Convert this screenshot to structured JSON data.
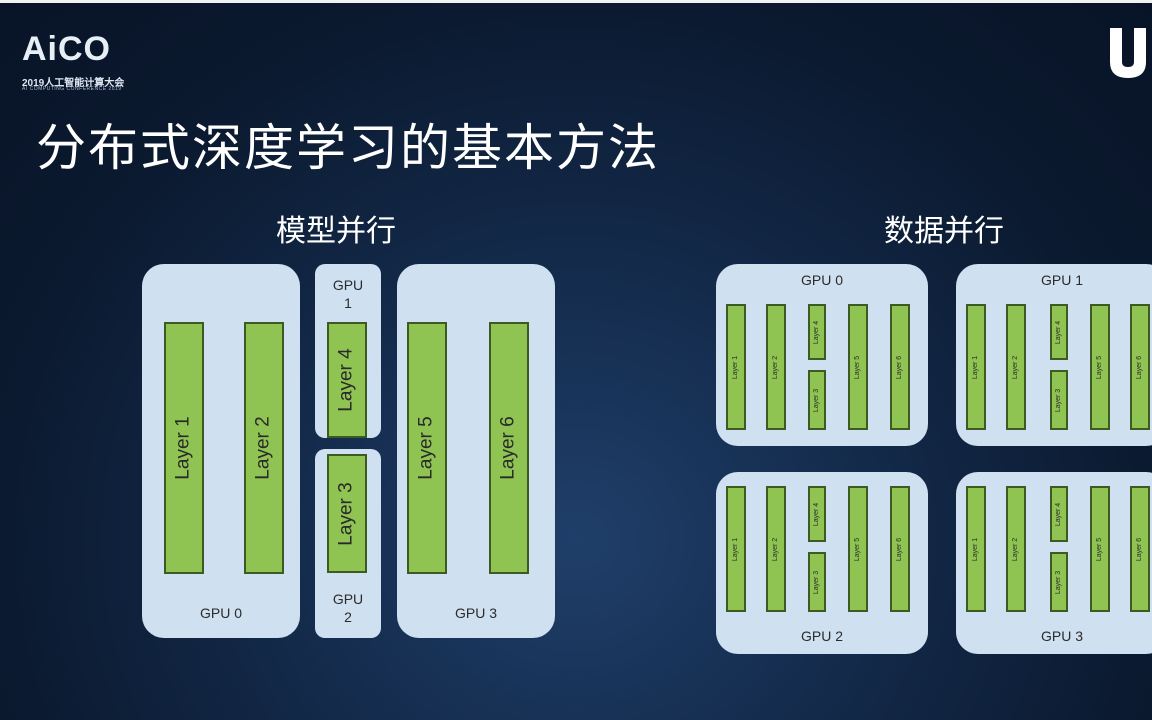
{
  "logo": {
    "text": "AiCO",
    "subtitle": "2019人工智能计算大会",
    "subtitle_en": "AI COMPUTING CONFERENCE 2019"
  },
  "title": "分布式深度学习的基本方法",
  "model_parallel": {
    "heading": "模型并行",
    "gpu0": {
      "label": "GPU 0",
      "layers": [
        "Layer 1",
        "Layer 2"
      ]
    },
    "gpu1": {
      "label_line1": "GPU",
      "label_line2": "1",
      "layers": [
        "Layer 4"
      ]
    },
    "gpu2": {
      "label_line1": "GPU",
      "label_line2": "2",
      "layers": [
        "Layer 3"
      ]
    },
    "gpu3": {
      "label": "GPU 3",
      "layers": [
        "Layer 5",
        "Layer 6"
      ]
    }
  },
  "data_parallel": {
    "heading": "数据并行",
    "gpus": [
      {
        "label": "GPU 0",
        "label_pos": "top"
      },
      {
        "label": "GPU 1",
        "label_pos": "top"
      },
      {
        "label": "GPU 2",
        "label_pos": "bottom"
      },
      {
        "label": "GPU 3",
        "label_pos": "bottom"
      }
    ],
    "layers": [
      "Layer 1",
      "Layer 2",
      "Layer 4",
      "Layer 3",
      "Layer 5",
      "Layer 6"
    ]
  },
  "colors": {
    "box": "#cfe0f1",
    "layer_fill": "#8fc453",
    "layer_border": "#3d5a22",
    "background": "#0b1a30"
  }
}
